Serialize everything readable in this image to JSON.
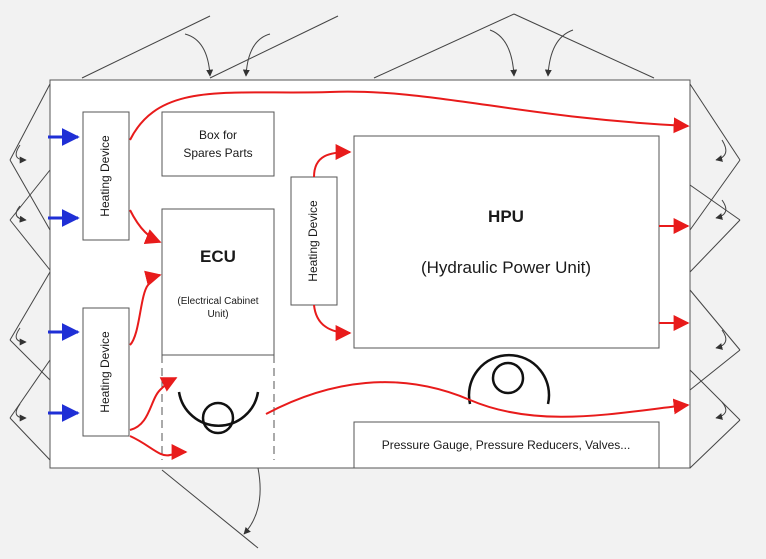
{
  "labels": {
    "heating_device": "Heating Device",
    "box_spares_line1": "Box for",
    "box_spares_line2": "Spares Parts",
    "ecu_title": "ECU",
    "ecu_sub_line1": "(Electrical Cabinet",
    "ecu_sub_line2": "Unit)",
    "hpu_title": "HPU",
    "hpu_sub": "(Hydraulic Power Unit)",
    "pressure_box": "Pressure Gauge, Pressure Reducers, Valves..."
  },
  "colors": {
    "background": "#f2f2f2",
    "enclosure": "#ffffff",
    "line": "#555555",
    "door": "#444444",
    "airflow_in": "#1f2fd6",
    "airflow_internal": "#e81b1b",
    "fan": "#111111"
  },
  "icons": {
    "fan": "fan-icon",
    "door_swing": "door-swing-icon"
  }
}
